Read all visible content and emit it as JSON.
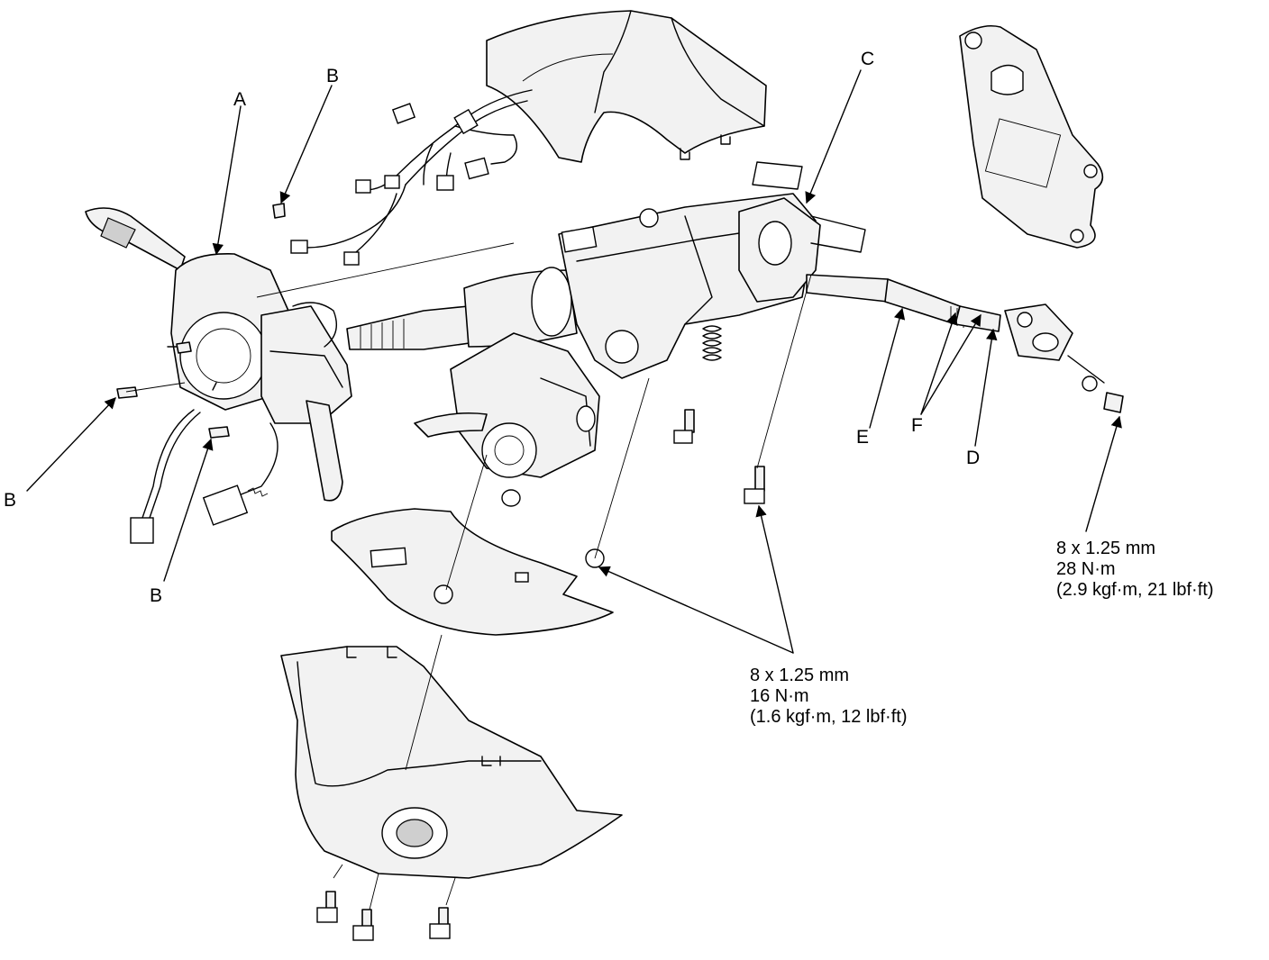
{
  "callouts": {
    "A": "A",
    "B": "B",
    "C": "C",
    "D": "D",
    "E": "E",
    "F": "F"
  },
  "torque_specs": {
    "shaft_joint_bolt": {
      "size": "8 x 1.25 mm",
      "torque_nm": "28 N·m",
      "torque_alt": "(2.9 kgf·m, 21 lbf·ft)"
    },
    "column_mount": {
      "size": "8 x 1.25 mm",
      "torque_nm": "16 N·m",
      "torque_alt": "(1.6 kgf·m, 12 lbf·ft)"
    }
  }
}
